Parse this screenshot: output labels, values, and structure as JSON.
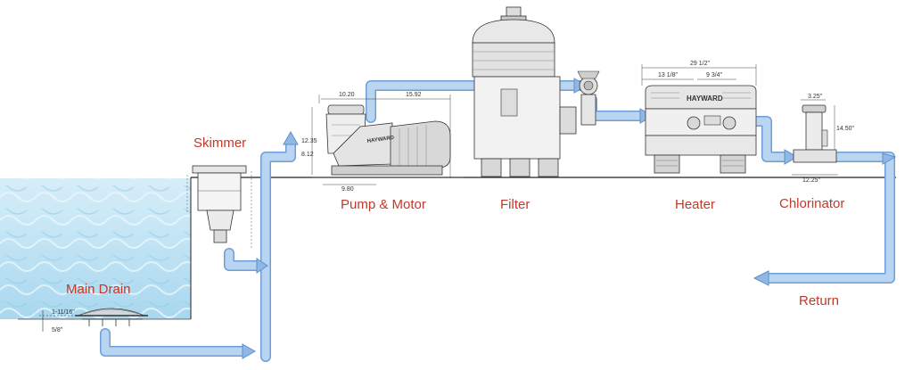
{
  "labels": {
    "skimmer": "Skimmer",
    "pump_motor": "Pump & Motor",
    "filter": "Filter",
    "heater": "Heater",
    "chlorinator": "Chlorinator",
    "main_drain": "Main Drain",
    "return": "Return"
  },
  "dimensions": {
    "pump_top_a": "10.20",
    "pump_top_b": "15.92",
    "pump_height_a": "12.35",
    "pump_height_b": "8.12",
    "pump_bottom": "9.80",
    "heater_overall": "29 1/2\"",
    "heater_left": "13 1/8\"",
    "heater_right": "9 3/4\"",
    "chlor_top": "3.25\"",
    "chlor_height": "14.50\"",
    "chlor_bottom": "12.25\"",
    "drain_a": "1-11/16\"",
    "drain_b": "5/8\""
  },
  "brands": {
    "pump": "HAYWARD",
    "heater": "HAYWARD"
  },
  "colors": {
    "label": "#c0392b",
    "pipe": "#a8c8ec",
    "pipe_edge": "#6f9fd6",
    "water": "#bfe3f4"
  }
}
